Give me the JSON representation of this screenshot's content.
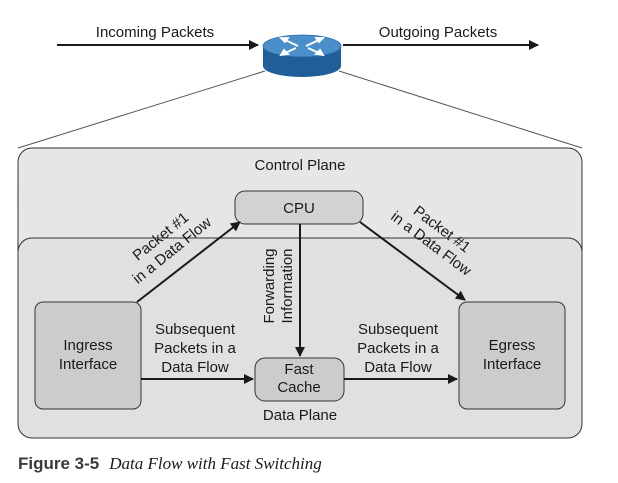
{
  "diagram": {
    "incoming_label": "Incoming Packets",
    "outgoing_label": "Outgoing Packets",
    "control_plane_label": "Control Plane",
    "data_plane_label": "Data Plane",
    "cpu_label": "CPU",
    "ingress": {
      "line1": "Ingress",
      "line2": "Interface"
    },
    "egress": {
      "line1": "Egress",
      "line2": "Interface"
    },
    "fast_cache": {
      "line1": "Fast",
      "line2": "Cache"
    },
    "packet1_left": {
      "line1": "Packet #1",
      "line2": "in a Data Flow"
    },
    "packet1_right": {
      "line1": "Packet #1",
      "line2": "in a Data Flow"
    },
    "forwarding": {
      "line1": "Forwarding",
      "line2": "Information"
    },
    "subsequent_left": {
      "line1": "Subsequent",
      "line2": "Packets in a",
      "line3": "Data Flow"
    },
    "subsequent_right": {
      "line1": "Subsequent",
      "line2": "Packets in a",
      "line3": "Data Flow"
    }
  },
  "caption": {
    "figure_number": "Figure 3-5",
    "title": "Data Flow with Fast Switching"
  },
  "colors": {
    "router_top": "#4a8fc9",
    "router_side": "#1f5e99",
    "plane_fill": "#e4e4e4",
    "box_fill": "#cfcfcf",
    "stroke": "#333333"
  }
}
